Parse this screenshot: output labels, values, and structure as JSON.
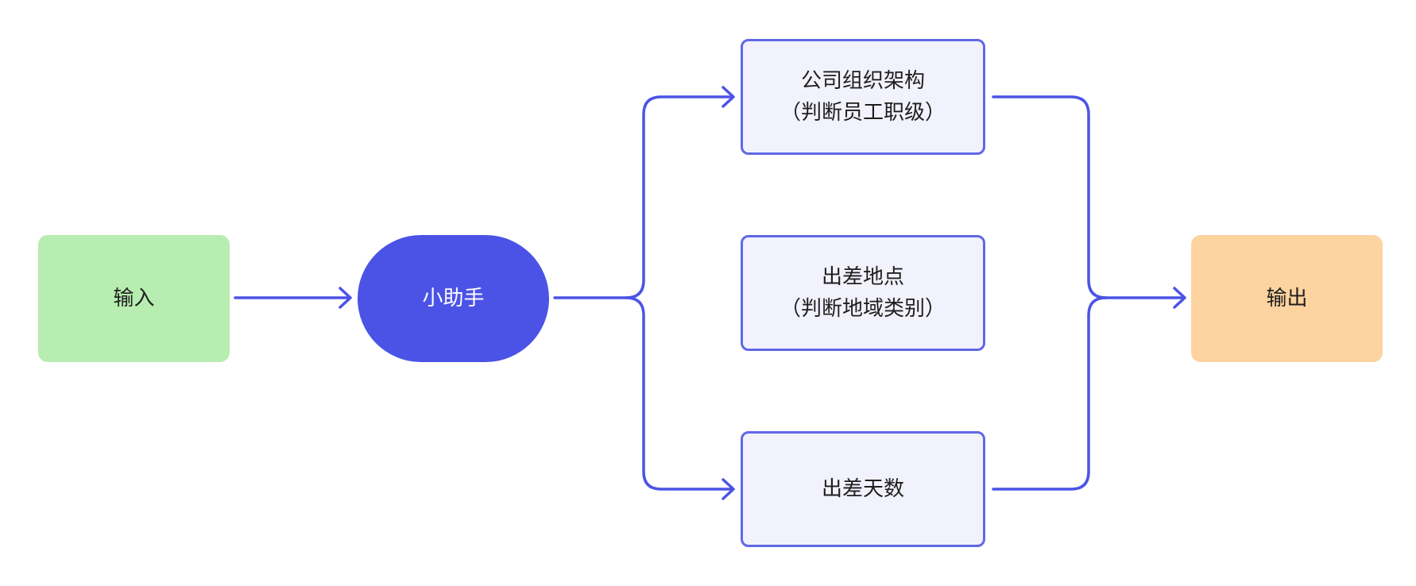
{
  "diagram": {
    "nodes": {
      "input": {
        "label": "输入",
        "color": "#b7edb0"
      },
      "helper": {
        "label": "小助手",
        "color": "#4b53e6"
      },
      "org_structure": {
        "line1": "公司组织架构",
        "line2": "（判断员工职级）"
      },
      "trip_location": {
        "line1": "出差地点",
        "line2": "（判断地域类别）"
      },
      "trip_days": {
        "label": "出差天数"
      },
      "output": {
        "label": "输出",
        "color": "#fdd3a0"
      }
    },
    "edges": [
      {
        "from": "input",
        "to": "helper"
      },
      {
        "from": "helper",
        "to": "org_structure"
      },
      {
        "from": "helper",
        "to": "trip_days"
      },
      {
        "from": "org_structure",
        "to": "output"
      },
      {
        "from": "trip_days",
        "to": "output"
      }
    ],
    "line_color": "#4b53e6"
  }
}
